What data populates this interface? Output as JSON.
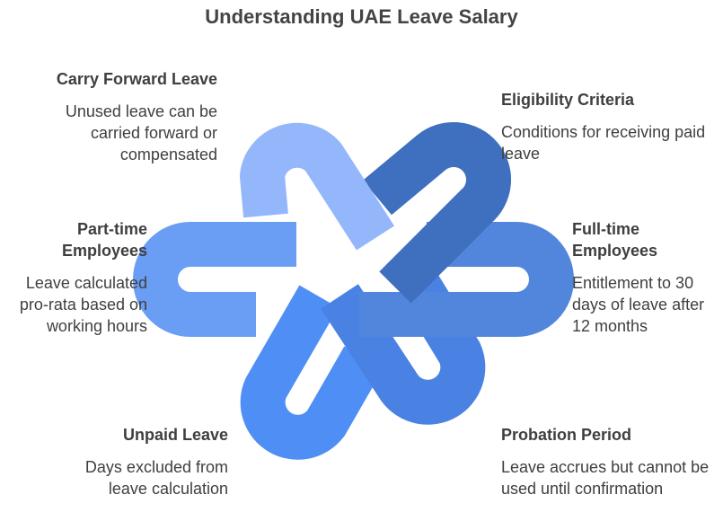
{
  "title": "Understanding UAE Leave Salary",
  "colors": {
    "carry_forward": "#94b7fb",
    "eligibility": "#3f6fbf",
    "full_time": "#5286dc",
    "probation": "#4a82e4",
    "unpaid": "#4f8ff5",
    "part_time": "#6a9df4"
  },
  "items": {
    "carry_forward": {
      "heading": "Carry Forward Leave",
      "body": "Unused leave can be carried forward or compensated"
    },
    "eligibility": {
      "heading": "Eligibility Criteria",
      "body": "Conditions for receiving paid leave"
    },
    "part_time": {
      "heading": "Part-time Employees",
      "body": "Leave calculated pro-rata based on working hours"
    },
    "full_time": {
      "heading": "Full-time Employees",
      "body": "Entitlement to 30 days of leave after 12 months"
    },
    "unpaid": {
      "heading": "Unpaid Leave",
      "body": "Days excluded from leave calculation"
    },
    "probation": {
      "heading": "Probation Period",
      "body": "Leave accrues but cannot be used until confirmation"
    }
  }
}
